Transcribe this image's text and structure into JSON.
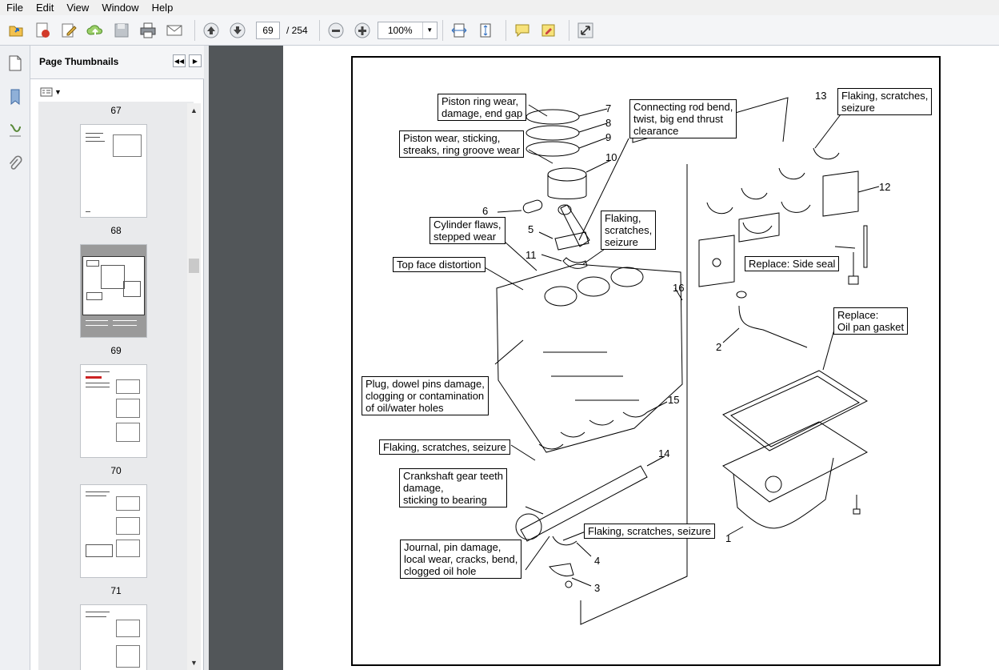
{
  "menu": {
    "file": "File",
    "edit": "Edit",
    "view": "View",
    "window": "Window",
    "help": "Help"
  },
  "toolbar": {
    "page_current": "69",
    "page_total": "/ 254",
    "zoom": "100%"
  },
  "thumbnails": {
    "title": "Page Thumbnails",
    "pages": [
      {
        "label": "67"
      },
      {
        "label": "68"
      },
      {
        "label": "69"
      },
      {
        "label": "70"
      },
      {
        "label": "71"
      }
    ]
  },
  "callouts": {
    "piston_ring": [
      "Piston ring wear,",
      "damage, end gap"
    ],
    "piston": [
      "Piston wear, sticking,",
      "streaks, ring groove wear"
    ],
    "conrod": [
      "Connecting rod bend,",
      "twist, big end thrust",
      "clearance"
    ],
    "bearing13": [
      "Flaking, scratches,",
      "seizure"
    ],
    "cylinder": [
      "Cylinder flaws,",
      "stepped wear"
    ],
    "conrod_bearing": [
      "Flaking,",
      "scratches,",
      "seizure"
    ],
    "top_face": "Top face distortion",
    "side_seal": "Replace: Side seal",
    "oilpan": [
      "Replace:",
      "Oil pan gasket"
    ],
    "plug": [
      "Plug, dowel pins damage,",
      "clogging or contamination",
      "of oil/water holes"
    ],
    "main_bearing": "Flaking, scratches, seizure",
    "gear": [
      "Crankshaft gear teeth",
      "damage,",
      "sticking to bearing"
    ],
    "thrust": "Flaking, scratches, seizure",
    "journal": [
      "Journal, pin damage,",
      "local wear, cracks, bend,",
      "clogged oil hole"
    ]
  },
  "part_numbers": {
    "p1": "1",
    "p2": "2",
    "p3": "3",
    "p4": "4",
    "p5": "5",
    "p6": "6",
    "p7": "7",
    "p8": "8",
    "p9": "9",
    "p10": "10",
    "p11": "11",
    "p12": "12",
    "p13": "13",
    "p14": "14",
    "p15": "15",
    "p16": "16"
  }
}
